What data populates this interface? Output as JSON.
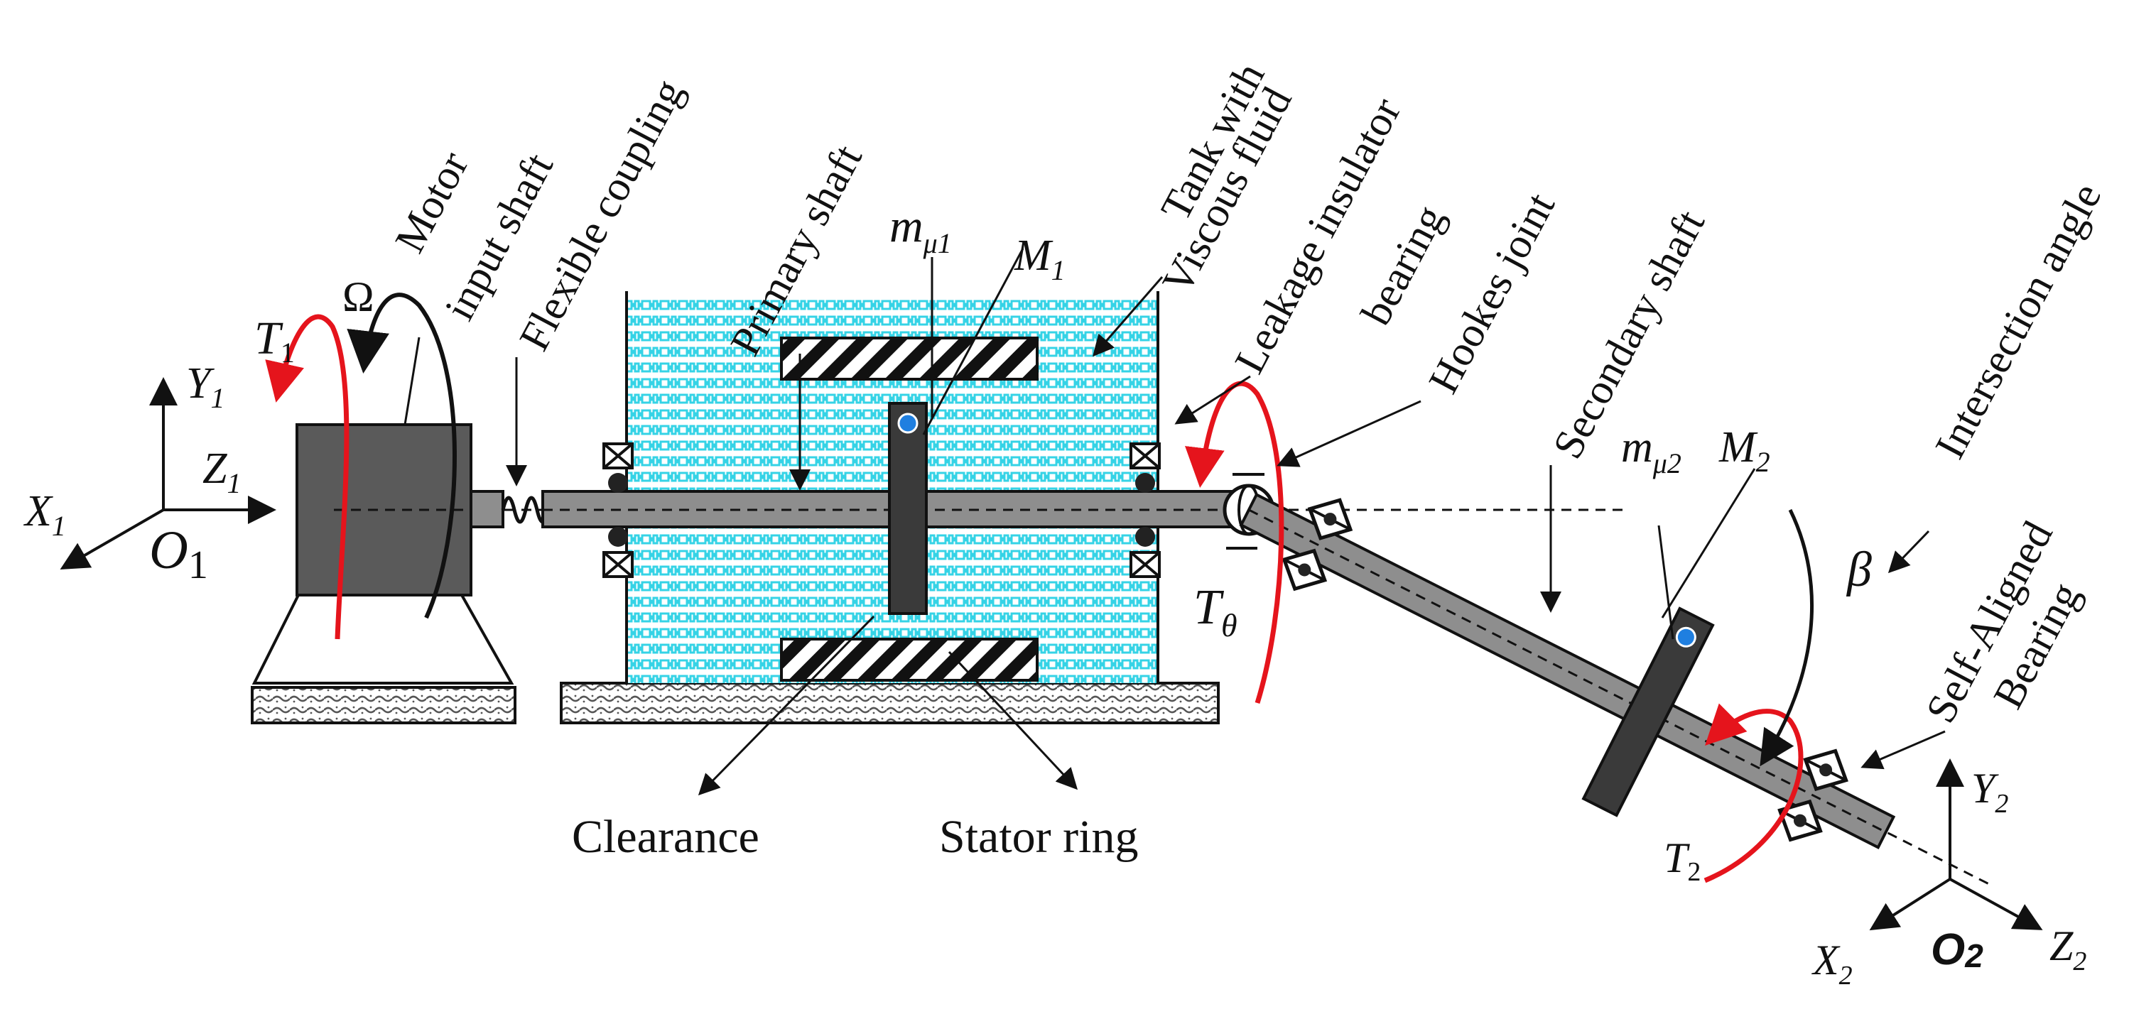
{
  "labels": {
    "motor": "Motor",
    "input_shaft": "input shaft",
    "flexible_coupling": "Flexible coupling",
    "primary_shaft": "Primary shaft",
    "tank_line1": "Tank with",
    "tank_line2": "Viscous fluid",
    "leakage_line1": "Leakage insulator",
    "leakage_line2": "bearing",
    "hookes_joint": "Hookes joint",
    "secondary_shaft": "Secondary shaft",
    "intersection_angle": "Intersection angle",
    "self_aligned_line1": "Self-Aligned",
    "self_aligned_line2": "Bearing",
    "clearance": "Clearance",
    "stator_ring": "Stator ring"
  },
  "symbols": {
    "t1": "T",
    "t1_sub": "1",
    "omega": "Ω",
    "y1": "Y",
    "y1_sub": "1",
    "z1": "Z",
    "z1_sub": "1",
    "x1": "X",
    "x1_sub": "1",
    "o1": "O",
    "o1_sub": "1",
    "m_mu1": "m",
    "m_mu1_sub": "μ1",
    "M1": "M",
    "M1_sub": "1",
    "t_theta": "T",
    "t_theta_sub": "θ",
    "m_mu2": "m",
    "m_mu2_sub": "μ2",
    "M2": "M",
    "M2_sub": "2",
    "beta": "β",
    "t2": "T",
    "t2_sub": "2",
    "y2": "Y",
    "y2_sub": "2",
    "x2": "X",
    "x2_sub": "2",
    "z2": "Z",
    "z2_sub": "2",
    "o2": "O",
    "o2_sub": "2"
  },
  "colors": {
    "fluid": "#35d3e6",
    "torque_arrow": "#e5141c",
    "motor_body": "#5a5a5a",
    "shaft": "#8e8e8e",
    "rotor": "#3a3a3a",
    "mass_dot": "#1f7fe0"
  }
}
